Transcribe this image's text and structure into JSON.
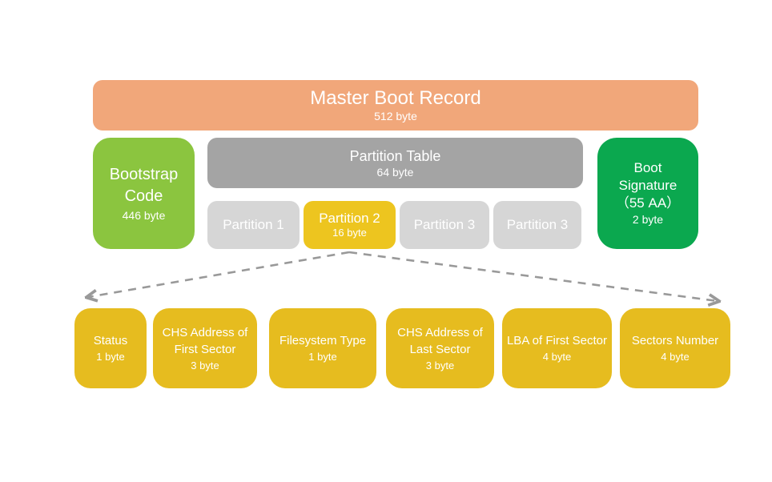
{
  "mbr": {
    "label": "Master Boot Record",
    "size": "512 byte"
  },
  "bootstrap": {
    "label": "Bootstrap\nCode",
    "size": "446 byte"
  },
  "partition_table": {
    "label": "Partition Table",
    "size": "64 byte"
  },
  "boot_signature": {
    "label": "Boot\nSignature\n（55 AA）",
    "size": "2 byte"
  },
  "partitions": [
    {
      "label": "Partition 1"
    },
    {
      "label": "Partition 2",
      "size": "16 byte"
    },
    {
      "label": "Partition 3"
    },
    {
      "label": "Partition 3"
    }
  ],
  "fields": [
    {
      "label": "Status",
      "size": "1 byte"
    },
    {
      "label": "CHS Address of First Sector",
      "size": "3 byte"
    },
    {
      "label": "Filesystem Type",
      "size": "1 byte"
    },
    {
      "label": "CHS Address of Last Sector",
      "size": "3 byte"
    },
    {
      "label": "LBA of First Sector",
      "size": "4 byte"
    },
    {
      "label": "Sectors Number",
      "size": "4 byte"
    }
  ],
  "colors": {
    "mbr": "#F1A77A",
    "bootstrap": "#8BC53F",
    "table": "#A4A4A4",
    "partition": "#D6D6D6",
    "highlight": "#EDC51F",
    "field": "#E6BC1F",
    "signature": "#0BA84F",
    "arrow": "#999999"
  }
}
